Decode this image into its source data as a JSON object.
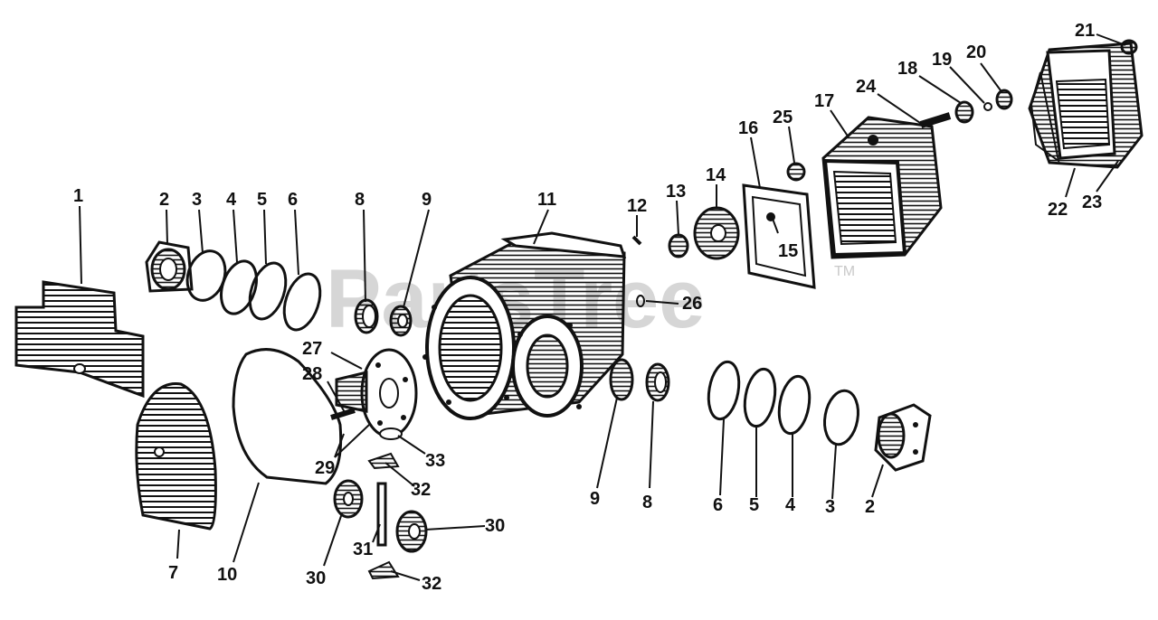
{
  "watermark": {
    "text": "PartsTree",
    "trademark": "TM"
  },
  "callouts": {
    "c1": "1",
    "c2a": "2",
    "c3a": "3",
    "c4a": "4",
    "c5a": "5",
    "c6a": "6",
    "c8a": "8",
    "c9a": "9",
    "c11": "11",
    "c12": "12",
    "c13": "13",
    "c14": "14",
    "c15": "15",
    "c16": "16",
    "c17": "17",
    "c18": "18",
    "c19": "19",
    "c20": "20",
    "c21": "21",
    "c22": "22",
    "c23": "23",
    "c24": "24",
    "c25": "25",
    "c26": "26",
    "c27": "27",
    "c28": "28",
    "c29": "29",
    "c7": "7",
    "c10": "10",
    "c30a": "30",
    "c31": "31",
    "c30b": "30",
    "c32a": "32",
    "c32b": "32",
    "c33": "33",
    "c9b": "9",
    "c8b": "8",
    "c6b": "6",
    "c5b": "5",
    "c4b": "4",
    "c3b": "3",
    "c2b": "2"
  }
}
